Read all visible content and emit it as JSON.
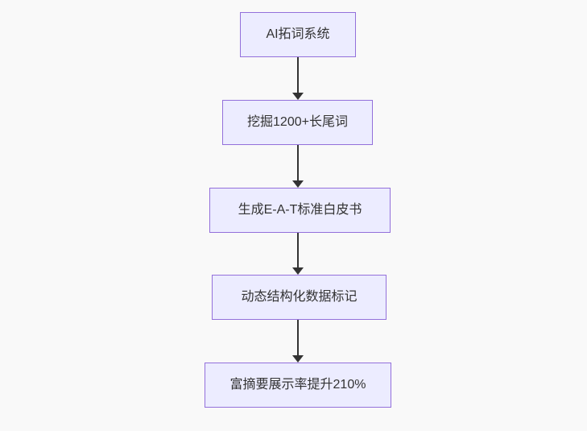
{
  "diagram": {
    "type": "flowchart",
    "direction": "top-down",
    "nodes": [
      {
        "id": "step-1",
        "label": "AI拓词系统"
      },
      {
        "id": "step-2",
        "label": "挖掘1200+长尾词"
      },
      {
        "id": "step-3",
        "label": "生成E-A-T标准白皮书"
      },
      {
        "id": "step-4",
        "label": "动态结构化数据标记"
      },
      {
        "id": "step-5",
        "label": "富摘要展示率提升210%"
      }
    ],
    "edges": [
      {
        "from": "step-1",
        "to": "step-2",
        "style": "arrow-down"
      },
      {
        "from": "step-2",
        "to": "step-3",
        "style": "arrow-down"
      },
      {
        "from": "step-3",
        "to": "step-4",
        "style": "arrow-down"
      },
      {
        "from": "step-4",
        "to": "step-5",
        "style": "arrow-down"
      }
    ],
    "colors": {
      "background": "#f9f9f9",
      "node_fill": "#ECECFF",
      "node_border": "#9370DB",
      "arrow": "#333333",
      "text": "#333333"
    }
  }
}
